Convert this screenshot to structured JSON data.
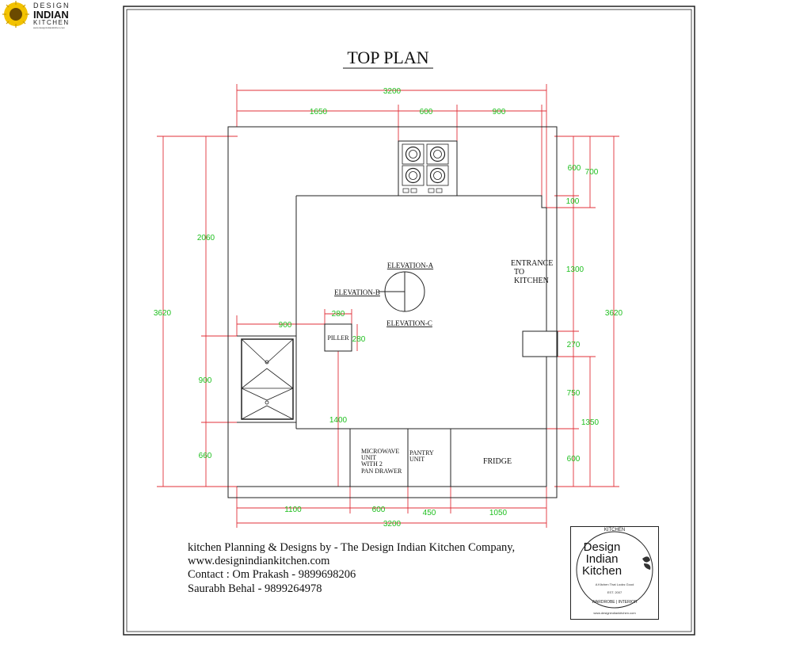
{
  "title": "TOP PLAN",
  "logo": {
    "line1": "DESIGN",
    "line2": "INDIAN",
    "line3": "KITCHEN",
    "url": "www.designindiankitchen.com"
  },
  "dimensions": {
    "top_overall": "3200",
    "top_left": "1650",
    "top_hob": "600",
    "top_right": "900",
    "right_600": "600",
    "right_700": "700",
    "right_100": "100",
    "right_1300": "1300",
    "right_3620": "3620",
    "right_270": "270",
    "right_750": "750",
    "right_1350": "1350",
    "right_600b": "600",
    "left_3620": "3620",
    "left_2060": "2060",
    "left_900": "900",
    "left_660": "660",
    "mid_900": "900",
    "pillar_w": "280",
    "pillar_h": "280",
    "mid_1400": "1400",
    "bot_1100": "1100",
    "bot_600": "600",
    "bot_450": "450",
    "bot_1050": "1050",
    "bot_overall": "3200"
  },
  "labels": {
    "elevation_a": "ELEVATION-A",
    "elevation_b": "ELEVATION-B",
    "elevation_c": "ELEVATION-C",
    "entrance_1": "ENTRANCE",
    "entrance_2": "TO",
    "entrance_3": "KITCHEN",
    "pillar": "PILLER",
    "microwave_1": "MICROWAVE",
    "microwave_2": "UNIT",
    "microwave_3": "WITH 2",
    "microwave_4": "PAN DRAWER",
    "pantry_1": "PANTRY",
    "pantry_2": "UNIT",
    "fridge": "FRIDGE"
  },
  "credits": {
    "line1": "kitchen Planning & Designs by - The Design Indian Kitchen Company,",
    "line2": "www.designindiankitchen.com",
    "line3": "Contact : Om Prakash - 9899698206",
    "line4": "Saurabh Behal - 9899264978"
  },
  "stamp": {
    "top": "KITCHEN",
    "name_1": "Design",
    "name_2": "Indian",
    "name_3": "Kitchen",
    "tagline": "A Kitchen That Looks Good",
    "est": "EST. 2007",
    "bottom": "WARDROBE | INTERIOR",
    "url": "www.designindiankitchen.com"
  },
  "colors": {
    "dimension_line": "#e0303a",
    "dimension_text": "#1fbf1f",
    "plan_line": "#222222",
    "logo_sun": "#f2c200"
  }
}
